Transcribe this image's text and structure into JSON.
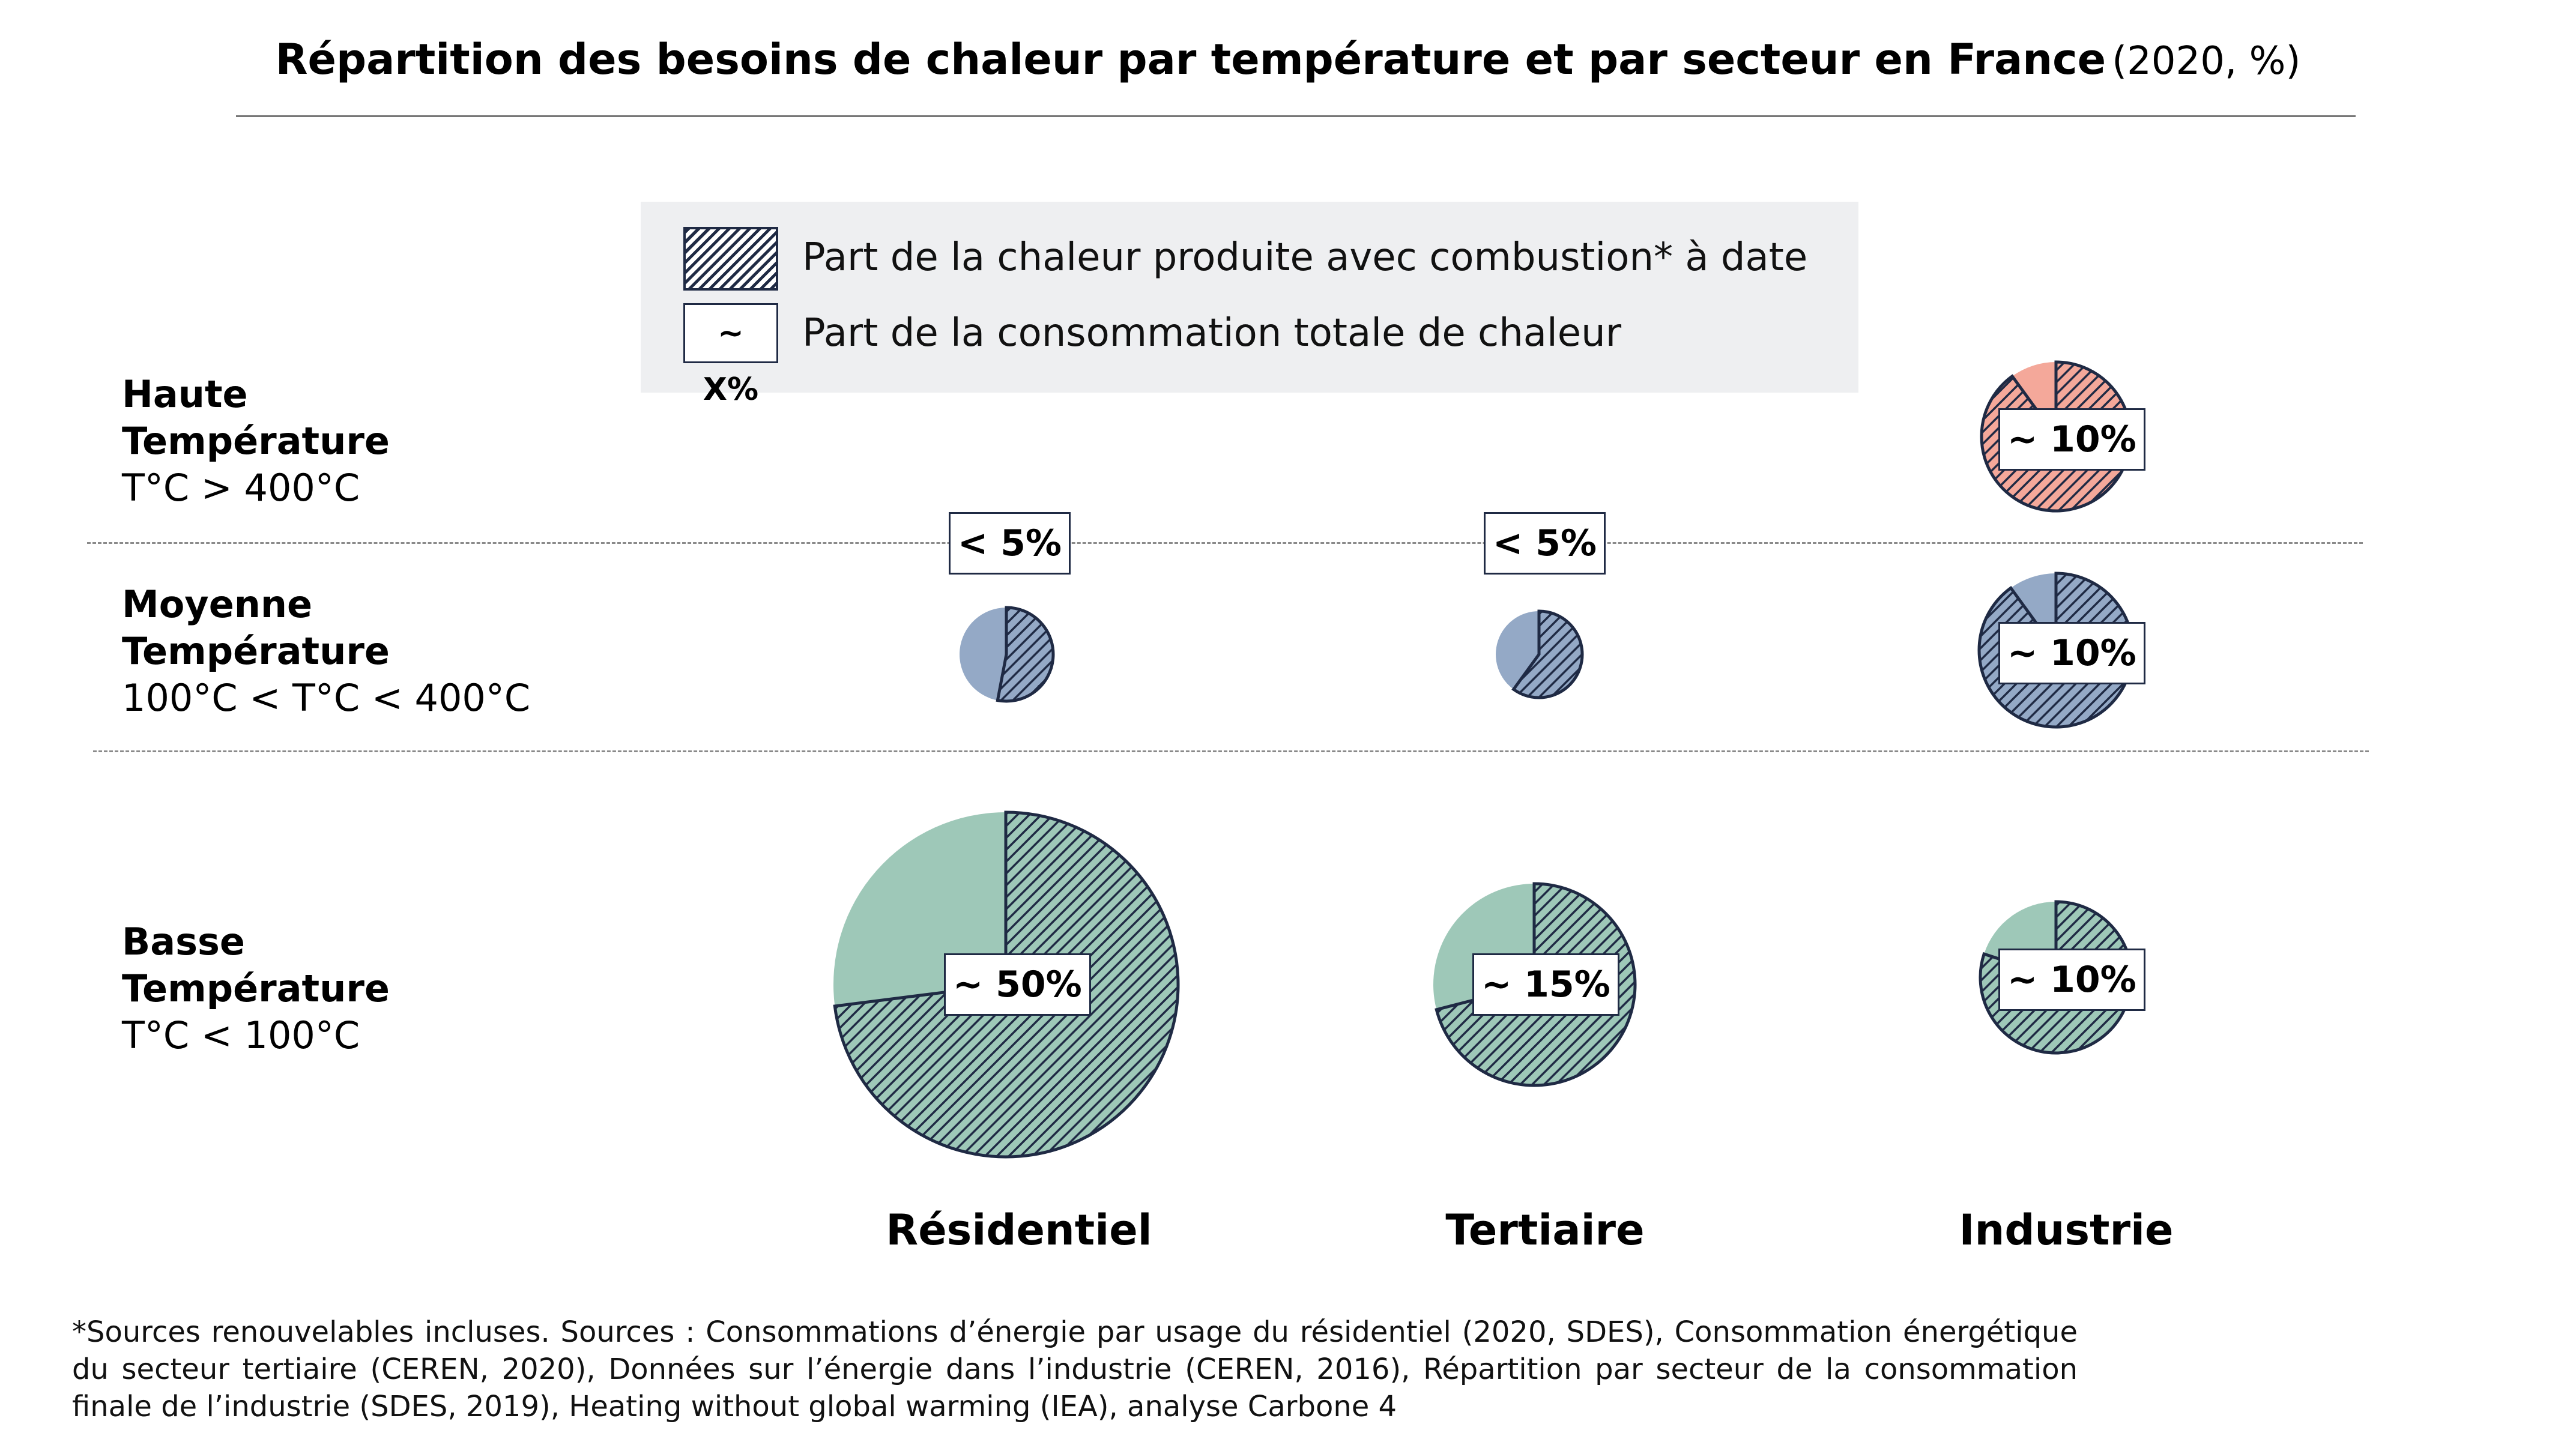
{
  "chart_data": {
    "type": "pie",
    "title": "Répartition des besoins de chaleur par température et par secteur en France",
    "title_unit": "(2020, %)",
    "legend": {
      "hatch_label": "Part de la chaleur produite avec combustion* à date",
      "badge_sample": "~ X%",
      "badge_label": "Part de la consommation totale de chaleur"
    },
    "rows": [
      {
        "key": "haute",
        "title": "Haute\nTempérature",
        "range": "T°C > 400°C",
        "color": "#f4a89a"
      },
      {
        "key": "moyenne",
        "title": "Moyenne\nTempérature",
        "range": "100°C < T°C < 400°C",
        "color": "#94a9c6"
      },
      {
        "key": "basse",
        "title": "Basse\nTempérature",
        "range": "T°C < 100°C",
        "color": "#9ec8b8"
      }
    ],
    "sectors": [
      "Résidentiel",
      "Tertiaire",
      "Industrie"
    ],
    "pies": [
      {
        "row": "haute",
        "sector": "Industrie",
        "share_label": "~ 10%",
        "combustion_fraction": 0.9
      },
      {
        "row": "moyenne",
        "sector": "Résidentiel",
        "share_label": "< 5%",
        "combustion_fraction": 0.53
      },
      {
        "row": "moyenne",
        "sector": "Tertiaire",
        "share_label": "< 5%",
        "combustion_fraction": 0.6
      },
      {
        "row": "moyenne",
        "sector": "Industrie",
        "share_label": "~ 10%",
        "combustion_fraction": 0.9
      },
      {
        "row": "basse",
        "sector": "Résidentiel",
        "share_label": "~ 50%",
        "combustion_fraction": 0.73
      },
      {
        "row": "basse",
        "sector": "Tertiaire",
        "share_label": "~ 15%",
        "combustion_fraction": 0.71
      },
      {
        "row": "basse",
        "sector": "Industrie",
        "share_label": "~ 10%",
        "combustion_fraction": 0.8
      }
    ],
    "hatch_color": "#1f2a44"
  },
  "footnote": "*Sources renouvelables incluses. Sources : Consommations d’énergie par usage du résidentiel (2020, SDES), Consommation énergétique du secteur tertiaire (CEREN, 2020), Données sur l’énergie dans l’industrie (CEREN, 2016), Répartition par secteur de la consommation finale de l’industrie (SDES, 2019), Heating without global warming (IEA), analyse Carbone 4"
}
